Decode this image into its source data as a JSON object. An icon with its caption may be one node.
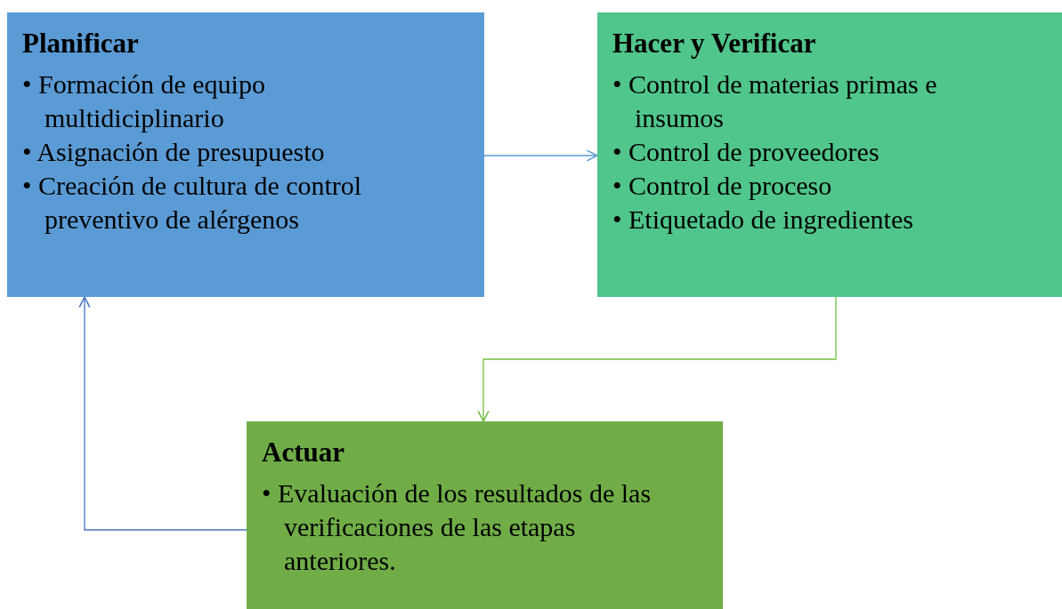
{
  "diagram": {
    "nodes": [
      {
        "text": [
          "Planificar",
          "• Formación de equipo multidiciplinario",
          "• Asignación de presupuesto",
          "• Creación de cultura de control preventivo de alérgenos"
        ]
      },
      {
        "text": [
          "Hacer y Verificar",
          "• Control de materias primas e insumos",
          "• Control de proveedores",
          "• Control de proceso",
          "• Etiquetado de ingredientes"
        ]
      },
      {
        "text": [
          "Actuar",
          "• Evaluación de los resultados de las verificaciones de las etapas anteriores."
        ]
      }
    ],
    "edges": [
      {
        "from": 0,
        "to": 1,
        "arrow": "to",
        "color": "#5b9bd5"
      },
      {
        "from": 1,
        "to": 2,
        "arrow": "to",
        "color": "#70c040"
      },
      {
        "from": 2,
        "to": 0,
        "arrow": "to",
        "color": "#4472c4"
      }
    ]
  }
}
